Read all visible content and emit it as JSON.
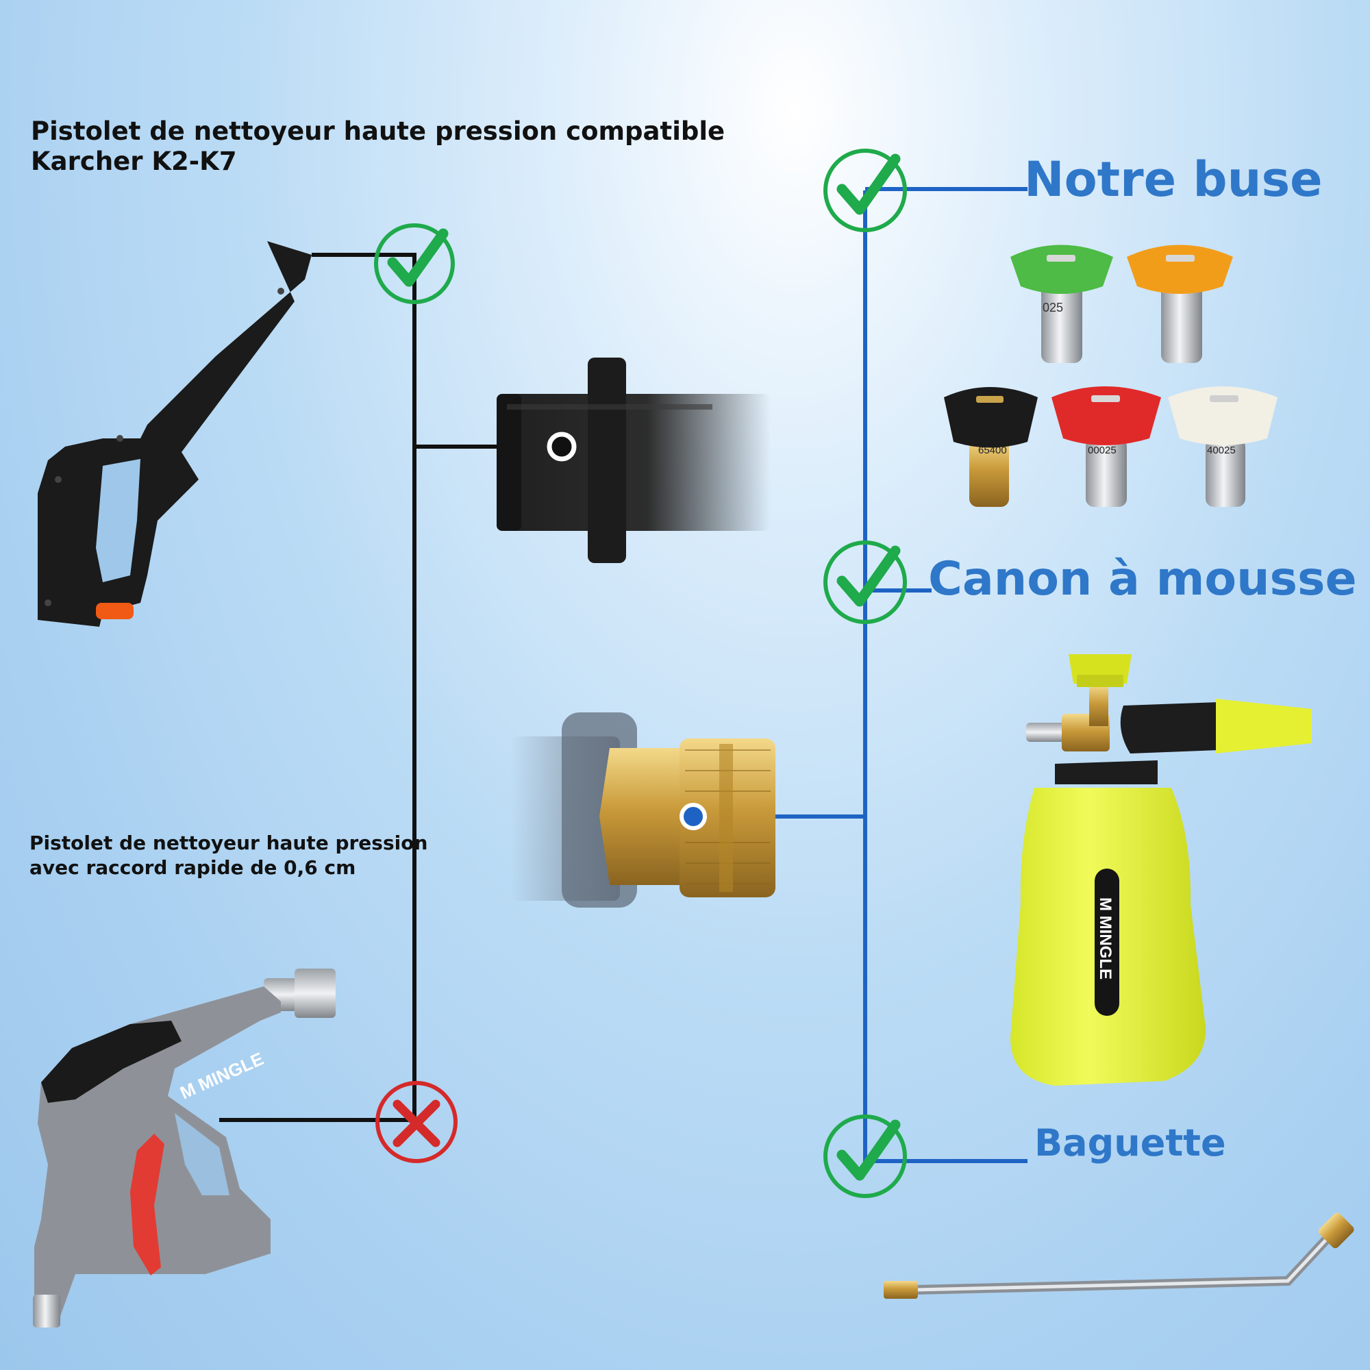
{
  "left": {
    "compatible_title_line1": "Pistolet de nettoyeur haute pression compatible",
    "compatible_title_line2": "Karcher K2-K7",
    "incompatible_title_line1": "Pistolet de nettoyeur haute pression",
    "incompatible_title_line2": "avec raccord rapide de 0,6 cm"
  },
  "right": {
    "label_nozzles": "Notre buse",
    "label_foam": "Canon à mousse",
    "label_wand": "Baguette"
  },
  "product": {
    "brand": "M MINGLE",
    "nozzle_codes": [
      "025",
      "65400",
      "00025",
      "40025"
    ]
  },
  "colors": {
    "check_green": "#1faa4b",
    "cross_red": "#d42a2a",
    "blue_line": "#1e63c4",
    "black_line": "#111111",
    "nozzle_colors": [
      "#4dbb45",
      "#f29d1a",
      "#1b1b1b",
      "#e02a2a",
      "#f2efe4"
    ]
  },
  "icons": [
    "check-icon",
    "cross-icon"
  ]
}
